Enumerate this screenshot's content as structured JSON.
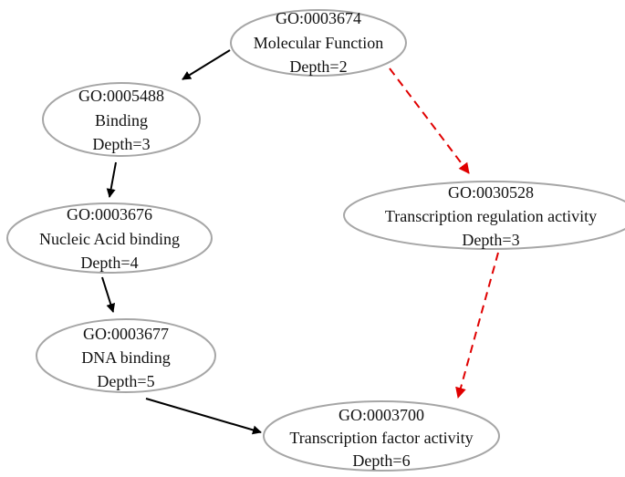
{
  "nodes": [
    {
      "key": "mf",
      "id": "GO:0003674",
      "name": "Molecular Function",
      "depth": "Depth=2"
    },
    {
      "key": "bind",
      "id": "GO:0005488",
      "name": "Binding",
      "depth": "Depth=3"
    },
    {
      "key": "tra",
      "id": "GO:0030528",
      "name": "Transcription regulation activity",
      "depth": "Depth=3"
    },
    {
      "key": "nab",
      "id": "GO:0003676",
      "name": "Nucleic Acid binding",
      "depth": "Depth=4"
    },
    {
      "key": "dna",
      "id": "GO:0003677",
      "name": "DNA binding",
      "depth": "Depth=5"
    },
    {
      "key": "tfa",
      "id": "GO:0003700",
      "name": "Transcription factor activity",
      "depth": "Depth=6"
    }
  ],
  "edges": [
    {
      "from": "mf",
      "to": "bind",
      "style": "solid",
      "color": "#000000"
    },
    {
      "from": "bind",
      "to": "nab",
      "style": "solid",
      "color": "#000000"
    },
    {
      "from": "nab",
      "to": "dna",
      "style": "solid",
      "color": "#000000"
    },
    {
      "from": "dna",
      "to": "tfa",
      "style": "solid",
      "color": "#000000"
    },
    {
      "from": "mf",
      "to": "tra",
      "style": "dashed",
      "color": "#e00000"
    },
    {
      "from": "tra",
      "to": "tfa",
      "style": "dashed",
      "color": "#e00000"
    }
  ],
  "colors": {
    "node_border": "#a6a6a6",
    "edge_default": "#000000",
    "edge_highlight": "#e00000"
  }
}
